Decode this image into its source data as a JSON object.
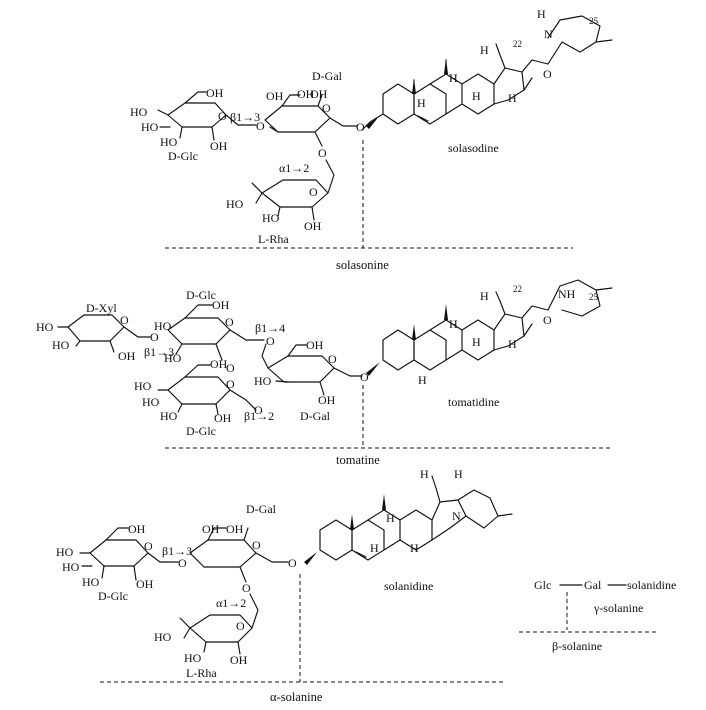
{
  "solasonine": {
    "sugar_glc": "D-Glc",
    "sugar_gal": "D-Gal",
    "sugar_rha": "L-Rha",
    "link_b13": "β1→3",
    "link_a12": "α1→2",
    "aglycone": "solasodine",
    "compound": "solasonine",
    "pos25": "25",
    "pos22": "22"
  },
  "tomatine": {
    "sugar_xyl": "D-Xyl",
    "sugar_glc_top": "D-Glc",
    "sugar_glc_bottom": "D-Glc",
    "sugar_gal": "D-Gal",
    "link_b14": "β1→4",
    "link_b13": "β1→3",
    "link_b12": "β1→2",
    "aglycone": "tomatidine",
    "compound": "tomatine",
    "pos25": "25",
    "pos22": "22"
  },
  "solanine": {
    "sugar_glc": "D-Glc",
    "sugar_gal": "D-Gal",
    "sugar_rha": "L-Rha",
    "link_b13": "β1→3",
    "link_a12": "α1→2",
    "aglycone": "solanidine",
    "compound": "α-solanine"
  },
  "legend": {
    "glc": "Glc",
    "gal": "Gal",
    "solanidine": "solanidine",
    "gamma": "γ-solanine",
    "beta": "β-solanine"
  },
  "atoms": {
    "HO": "HO",
    "OH": "OH",
    "O": "O",
    "H": "H",
    "N": "N",
    "NH": "NH"
  }
}
